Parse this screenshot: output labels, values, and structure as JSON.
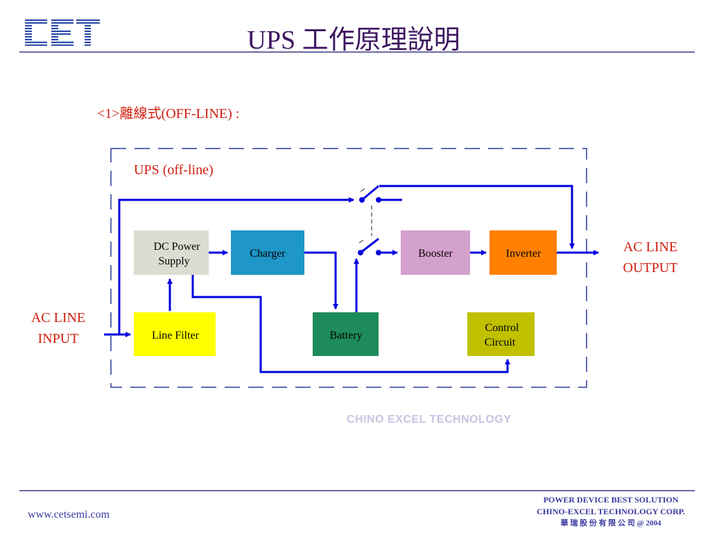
{
  "header": {
    "logo_text": "CET",
    "title": "UPS 工作原理說明"
  },
  "subtitle": "<1>離線式(OFF-LINE) :",
  "diagram": {
    "frame_label": "UPS (off-line)",
    "blocks": {
      "dc_power_supply": [
        "DC Power",
        "Supply"
      ],
      "charger": "Charger",
      "booster": "Booster",
      "inverter": "Inverter",
      "line_filter": "Line Filter",
      "battery": "Battery",
      "control_circuit": [
        "Control",
        "Circuit"
      ]
    },
    "input_label": [
      "AC LINE",
      "INPUT"
    ],
    "output_label": [
      "AC LINE",
      "OUTPUT"
    ],
    "watermark": "CHINO EXCEL TECHNOLOGY",
    "colors": {
      "line": "#0000e0",
      "dc_power_supply": "#dcdcd2",
      "charger": "#1e96c8",
      "booster": "#d4a0cc",
      "inverter": "#ff8000",
      "line_filter": "#ffff00",
      "battery": "#1e8c5a",
      "control_circuit": "#c0c000"
    }
  },
  "footer": {
    "url": "www.cetsemi.com",
    "slogan": "POWER DEVICE BEST SOLUTION",
    "company": "CHINO-EXCEL TECHNOLOGY CORP.",
    "company_cn": "華 瑞 股 份 有 限 公 司 @ 2004"
  }
}
